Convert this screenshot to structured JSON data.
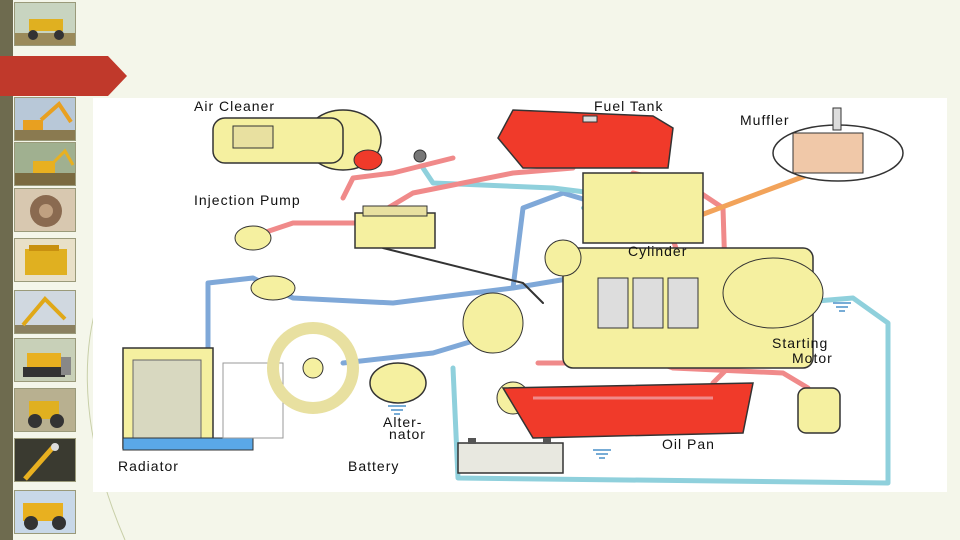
{
  "slide": {
    "accent": "#c0392b",
    "background": "#f4f6ea"
  },
  "thumbnails": [
    {
      "name": "grader-thumb"
    },
    {
      "name": "excavator-thumb"
    },
    {
      "name": "backhoe-thumb"
    },
    {
      "name": "gear-thumb"
    },
    {
      "name": "engine-thumb"
    },
    {
      "name": "excavator-arm-thumb"
    },
    {
      "name": "dozer-thumb"
    },
    {
      "name": "wheel-loader-thumb"
    },
    {
      "name": "drill-thumb"
    },
    {
      "name": "dump-truck-thumb"
    }
  ],
  "diagram": {
    "labels": {
      "air_cleaner": "Air Cleaner",
      "fuel_tank": "Fuel Tank",
      "muffler": "Muffler",
      "injection_pump": "Injection Pump",
      "cylinder": "Cylinder",
      "starting_motor_1": "Starting",
      "starting_motor_2": "Motor",
      "alternator_1": "Alter-",
      "alternator_2": "nator",
      "oil_pan": "Oil Pan",
      "radiator": "Radiator",
      "battery": "Battery"
    },
    "colors": {
      "fuel_line": "#f08a8a",
      "coolant_line": "#7fa8d8",
      "water_line": "#8fd0dc",
      "exhaust_line": "#f2a35a",
      "component": "#f5f0a0",
      "red_part": "#f03a2a",
      "outline": "#333333"
    }
  }
}
